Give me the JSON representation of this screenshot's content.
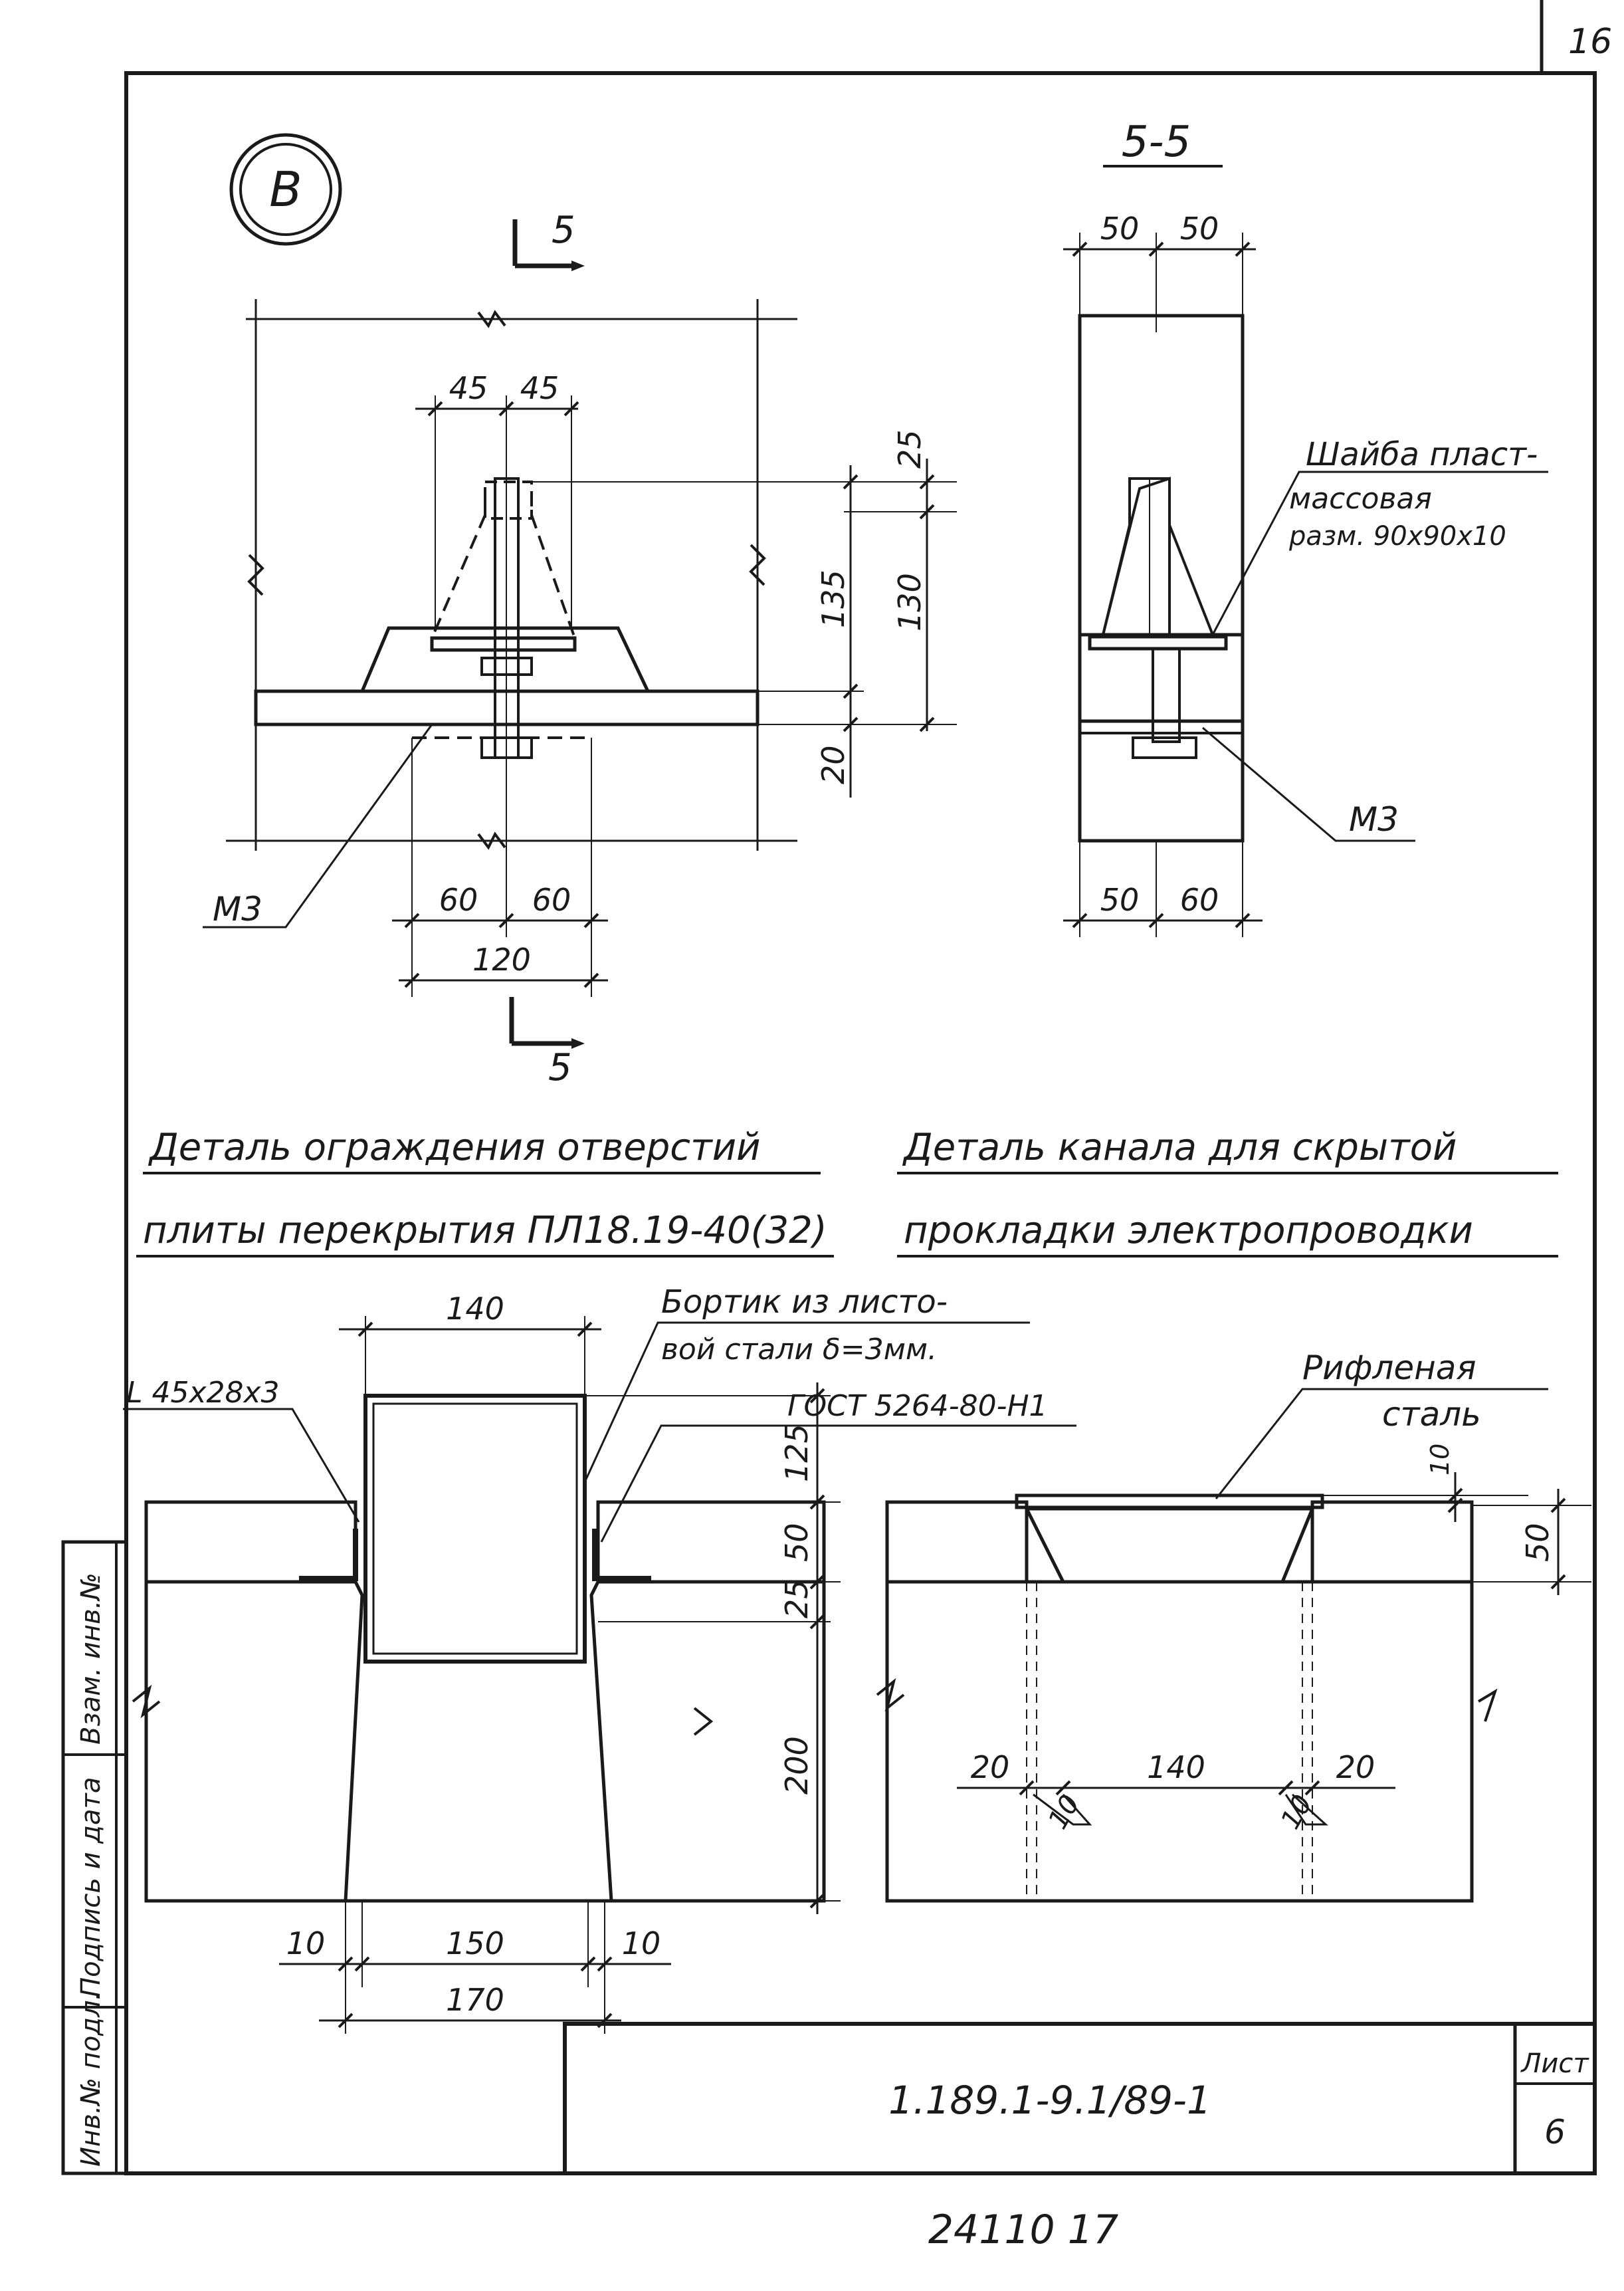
{
  "sheet_corner_number": "16",
  "detail_mark": "B",
  "section_mark": "5",
  "section_title": "5-5",
  "detail_v": {
    "dims_top": [
      "45",
      "45"
    ],
    "dims_right": [
      "25",
      "135",
      "130",
      "20"
    ],
    "dims_bottom": [
      "60",
      "60",
      "120"
    ],
    "label_m3": "M3"
  },
  "section_5_5": {
    "dims_top": [
      "50",
      "50"
    ],
    "dims_bottom": [
      "50",
      "60"
    ],
    "washer_label": [
      "Шайба пласт-",
      "массовая",
      "разм. 90x90x10"
    ],
    "label_m3": "M3"
  },
  "caption_left": [
    "Деталь ограждения отверстий",
    "плиты перекрытия ПЛ18.19-40(32)"
  ],
  "caption_right": [
    "Деталь канала для скрытой",
    "прокладки электропроводки"
  ],
  "detail_opening": {
    "angle_label": "L 45x28x3",
    "rim_label": [
      "Бортик из листо-",
      "вой стали δ=3мм.",
      "ГОСТ 5264-80-Н1"
    ],
    "dims_top": [
      "140"
    ],
    "dims_right": [
      "125",
      "50",
      "25",
      "200"
    ],
    "dims_bottom": [
      "10",
      "150",
      "10",
      "170"
    ]
  },
  "detail_channel": {
    "plate_label": [
      "Рифленая",
      "сталь"
    ],
    "dims_right": [
      "10",
      "50"
    ],
    "dims_bottom": [
      "20",
      "140",
      "20",
      "10",
      "10"
    ]
  },
  "side_stamp": [
    "Инв.№ подл.",
    "Подпись и дата",
    "Взам. инв.№"
  ],
  "title_block": {
    "designation": "1.189.1-9.1/89-1",
    "sheet_label": "Лист",
    "sheet_number": "6"
  },
  "footer_code": "24110 17"
}
